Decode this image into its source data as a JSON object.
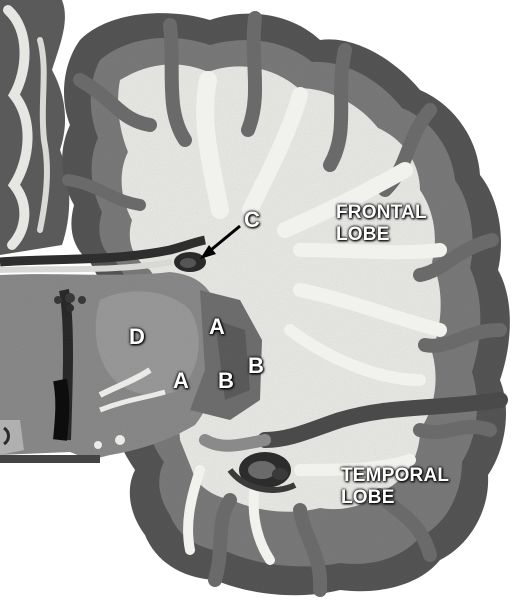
{
  "labels": {
    "a1": "A",
    "a2": "A",
    "b1": "B",
    "b2": "B",
    "c": "C",
    "d": "D"
  },
  "lobes": {
    "frontal_line1": "FRONTAL",
    "frontal_line2": "LOBE",
    "temporal_line1": "TEMPORAL",
    "temporal_line2": "LOBE"
  },
  "colors": {
    "white_matter": "#e9e9e6",
    "gray_matter": "#6e6e6e",
    "dark_cortex": "#4a4a4a",
    "label_text": "#ffffff",
    "arrow": "#000000"
  }
}
